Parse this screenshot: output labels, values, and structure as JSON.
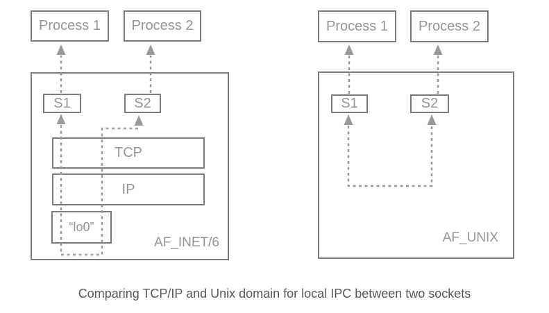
{
  "colors": {
    "background": "#ffffff",
    "box_border": "#7b7b7b",
    "box_text": "#959595",
    "dashed_line": "#999999",
    "caption_text": "#58585a"
  },
  "caption": "Comparing TCP/IP and Unix domain for local IPC between two sockets",
  "left_diagram": {
    "domain_label": "AF_INET/6",
    "process1_label": "Process 1",
    "process2_label": "Process 2",
    "socket1_label": "S1",
    "socket2_label": "S2",
    "tcp_label": "TCP",
    "ip_label": "IP",
    "loopback_label": "“lo0”"
  },
  "right_diagram": {
    "domain_label": "AF_UNIX",
    "process1_label": "Process 1",
    "process2_label": "Process 2",
    "socket1_label": "S1",
    "socket2_label": "S2"
  }
}
